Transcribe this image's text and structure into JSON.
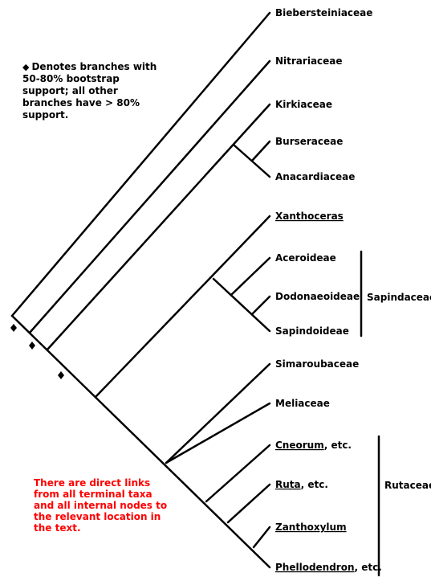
{
  "legend_note": {
    "symbol": "◆",
    "text": "Denotes branches with 50-80% bootstrap support; all other branches have > 80% support."
  },
  "links_note": "There are direct links from all terminal taxa and all internal nodes to the relevant location in the text.",
  "taxa": [
    {
      "id": "biebersteiniaceae",
      "label": "Biebersteiniaceae",
      "link": false
    },
    {
      "id": "nitrariaceae",
      "label": "Nitrariaceae",
      "link": false
    },
    {
      "id": "kirkiaceae",
      "label": "Kirkiaceae",
      "link": false
    },
    {
      "id": "burseraceae",
      "label": "Burseraceae",
      "link": false
    },
    {
      "id": "anacardiaceae",
      "label": "Anacardiaceae",
      "link": false
    },
    {
      "id": "xanthoceras",
      "label": "Xanthoceras",
      "link": true
    },
    {
      "id": "aceroideae",
      "label": "Aceroideae",
      "link": false
    },
    {
      "id": "dodonaeoideae",
      "label": "Dodonaeoideae",
      "link": false
    },
    {
      "id": "sapindoideae",
      "label": "Sapindoideae",
      "link": false
    },
    {
      "id": "simaroubaceae",
      "label": "Simaroubaceae",
      "link": false
    },
    {
      "id": "meliaceae",
      "label": "Meliaceae",
      "link": false
    },
    {
      "id": "cneorum",
      "label": "Cneorum",
      "suffix": ", etc.",
      "link": true
    },
    {
      "id": "ruta",
      "label": "Ruta",
      "suffix": ", etc.",
      "link": true
    },
    {
      "id": "zanthoxylum",
      "label": "Zanthoxylum",
      "link": true
    },
    {
      "id": "phellodendron",
      "label": "Phellodendron",
      "suffix": ", etc.",
      "link": true
    }
  ],
  "groups": [
    {
      "id": "sapindaceae",
      "label": "Sapindaceae"
    },
    {
      "id": "rutaceae",
      "label": "Rutaceae"
    }
  ],
  "colors": {
    "line": "#000000",
    "note": "#ff0000"
  }
}
